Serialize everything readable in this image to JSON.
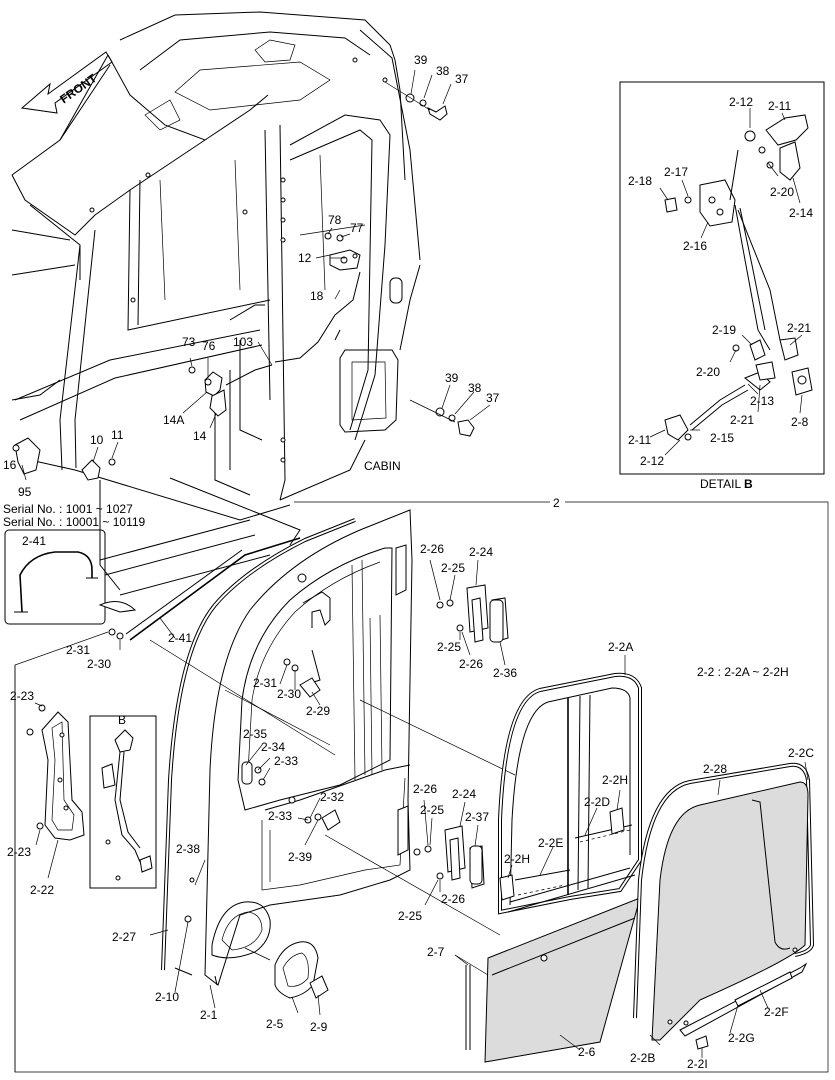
{
  "serial_lines": [
    "Serial No. : 1001 ~ 1027",
    "Serial No. : 10001 ~ 10119"
  ],
  "front_label": "FRONT",
  "cabin_label": "CABIN",
  "detail_b": {
    "prefix": "DETAIL",
    "letter": "B"
  },
  "inset_b_label": "B",
  "assembly_label": "2",
  "assembly_note": "2-2 : 2-2A ~ 2-2H",
  "callouts": {
    "c39a": "39",
    "c38a": "38",
    "c37a": "37",
    "c78": "78",
    "c77": "77",
    "c12": "12",
    "c18": "18",
    "c73": "73",
    "c76": "76",
    "c103": "103",
    "c14A": "14A",
    "c14": "14",
    "c39b": "39",
    "c38b": "38",
    "c37b": "37",
    "c10": "10",
    "c11": "11",
    "c16": "16",
    "c95": "95",
    "d212a": "2-12",
    "d211a": "2-11",
    "d218": "2-18",
    "d217": "2-17",
    "d220a": "2-20",
    "d214": "2-14",
    "d216": "2-16",
    "d219": "2-19",
    "d221a": "2-21",
    "d220b": "2-20",
    "d213": "2-13",
    "d221b": "2-21",
    "d28": "2-8",
    "d211b": "2-11",
    "d215": "2-15",
    "d212b": "2-12",
    "p241a": "2-41",
    "p231a": "2-31",
    "p230a": "2-30",
    "p241b": "2-41",
    "p226a": "2-26",
    "p224a": "2-24",
    "p225a": "2-25",
    "p225b": "2-25",
    "p226b": "2-26",
    "p236": "2-36",
    "p231b": "2-31",
    "p230b": "2-30",
    "p229": "2-29",
    "p223a": "2-23",
    "p223b": "2-23",
    "p222": "2-22",
    "p235": "2-35",
    "p234": "2-34",
    "p233a": "2-33",
    "p232": "2-32",
    "p233b": "2-33",
    "p239": "2-39",
    "p226c": "2-26",
    "p224b": "2-24",
    "p225c": "2-25",
    "p237": "2-37",
    "p226d": "2-26",
    "p225d": "2-25",
    "p238": "2-38",
    "p227": "2-27",
    "p210": "2-10",
    "p21": "2-1",
    "p25": "2-5",
    "p29": "2-9",
    "p22A": "2-2A",
    "p22H1": "2-2H",
    "p22D": "2-2D",
    "p22E": "2-2E",
    "p22H2": "2-2H",
    "p228": "2-28",
    "p22C": "2-2C",
    "p27": "2-7",
    "p26": "2-6",
    "p22F": "2-2F",
    "p22G": "2-2G",
    "p22B": "2-2B",
    "p22I": "2-2I"
  }
}
